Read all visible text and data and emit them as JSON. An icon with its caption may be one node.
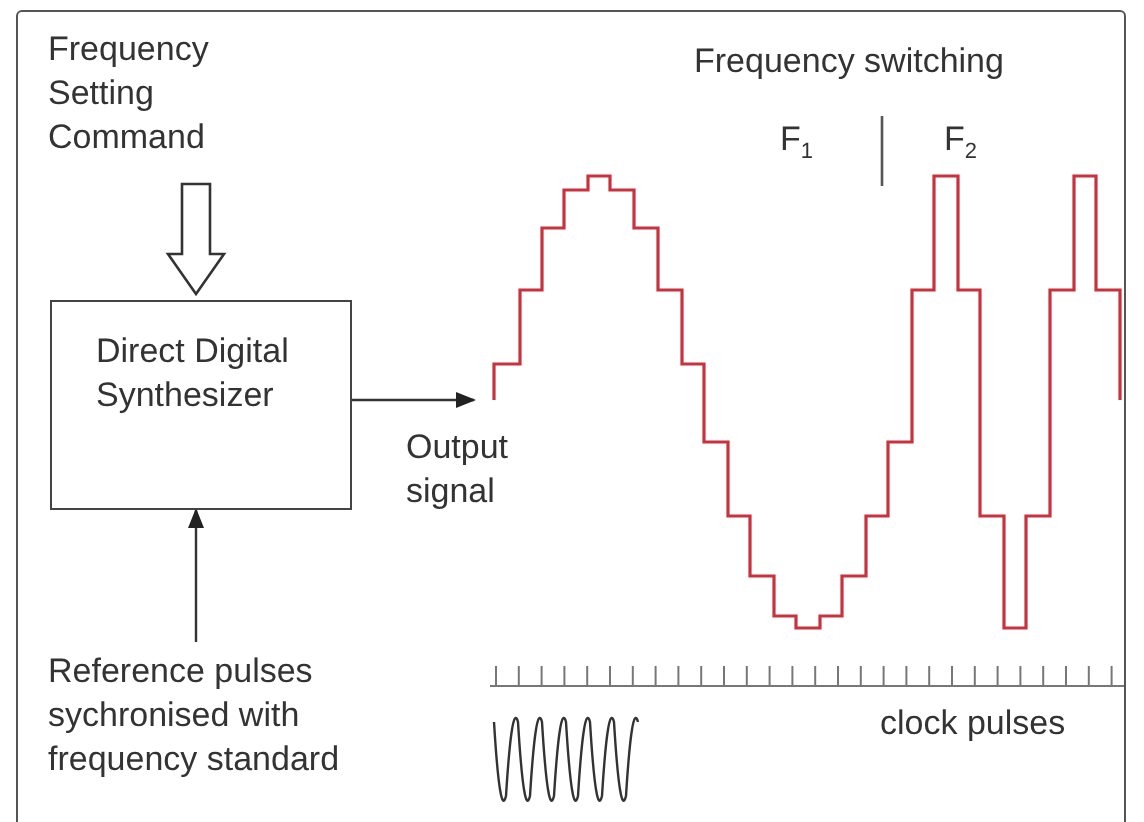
{
  "diagram": {
    "nodes": [
      {
        "text": [
          "Frequency Setting Command"
        ]
      },
      {
        "text": [
          "Direct Digital Synthesizer"
        ]
      },
      {
        "text": [
          "Reference pulses sychronised with frequency standard"
        ]
      },
      {
        "text": [],
        "shape": "picture"
      }
    ],
    "edges": [
      {
        "from": 0,
        "to": 1,
        "arrow": "to",
        "style": "thick"
      },
      {
        "from": 2,
        "to": 1,
        "arrow": "to"
      },
      {
        "from": 1,
        "to": 3,
        "arrow": "to",
        "label": "Output signal"
      }
    ],
    "labels": [
      "Frequency switching",
      "F$_{1}$",
      "F$_{2}$",
      "clock pulses"
    ]
  }
}
